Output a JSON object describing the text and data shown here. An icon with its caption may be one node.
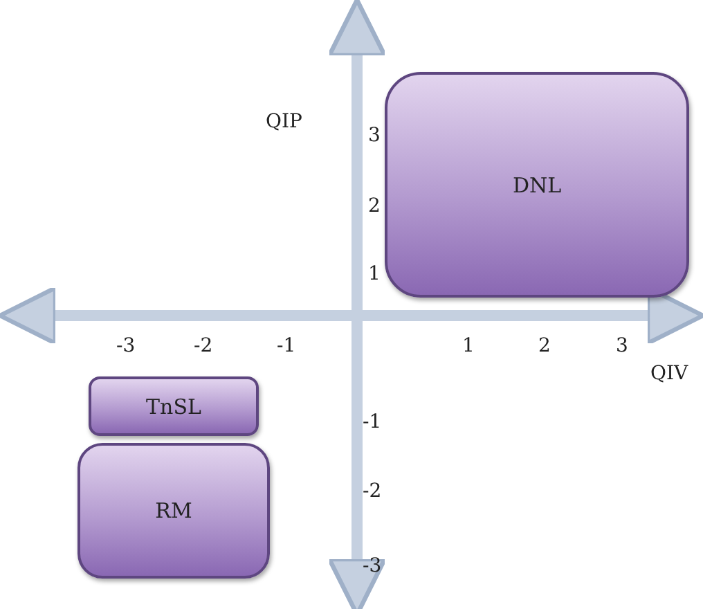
{
  "diagram": {
    "nodes": [
      {
        "text": [
          "DNL"
        ]
      },
      {
        "text": [
          "TnSL"
        ]
      },
      {
        "text": [
          "RM"
        ]
      }
    ],
    "labels": [
      "QIP",
      "3",
      "2",
      "1",
      "-3",
      "-2",
      "-1",
      "1",
      "2",
      "3",
      "QIV",
      "-1",
      "-2",
      "-3"
    ]
  }
}
